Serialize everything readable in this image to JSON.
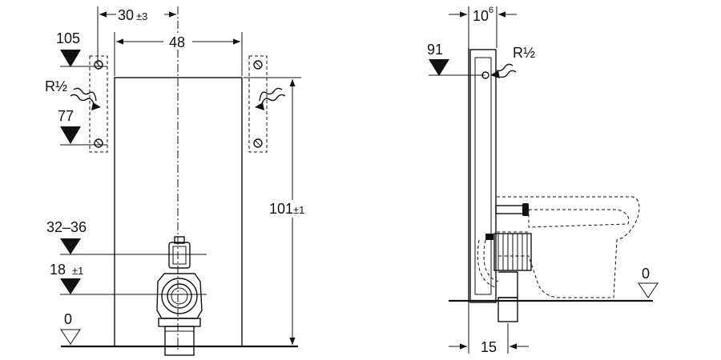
{
  "front_view": {
    "dim_top_offset": "30",
    "dim_top_offset_tol": "±3",
    "dim_width": "48",
    "level_105": "105",
    "level_77": "77",
    "thread_left": "R½",
    "level_32_36": "32–36",
    "level_18": "18",
    "level_18_tol": "±1",
    "level_0": "0",
    "dim_height": "101",
    "dim_height_tol": "±1"
  },
  "side_view": {
    "dim_depth": "10",
    "dim_depth_sup": "6",
    "level_91": "91",
    "thread_right": "R½",
    "level_0": "0",
    "dim_bottom": "15"
  }
}
